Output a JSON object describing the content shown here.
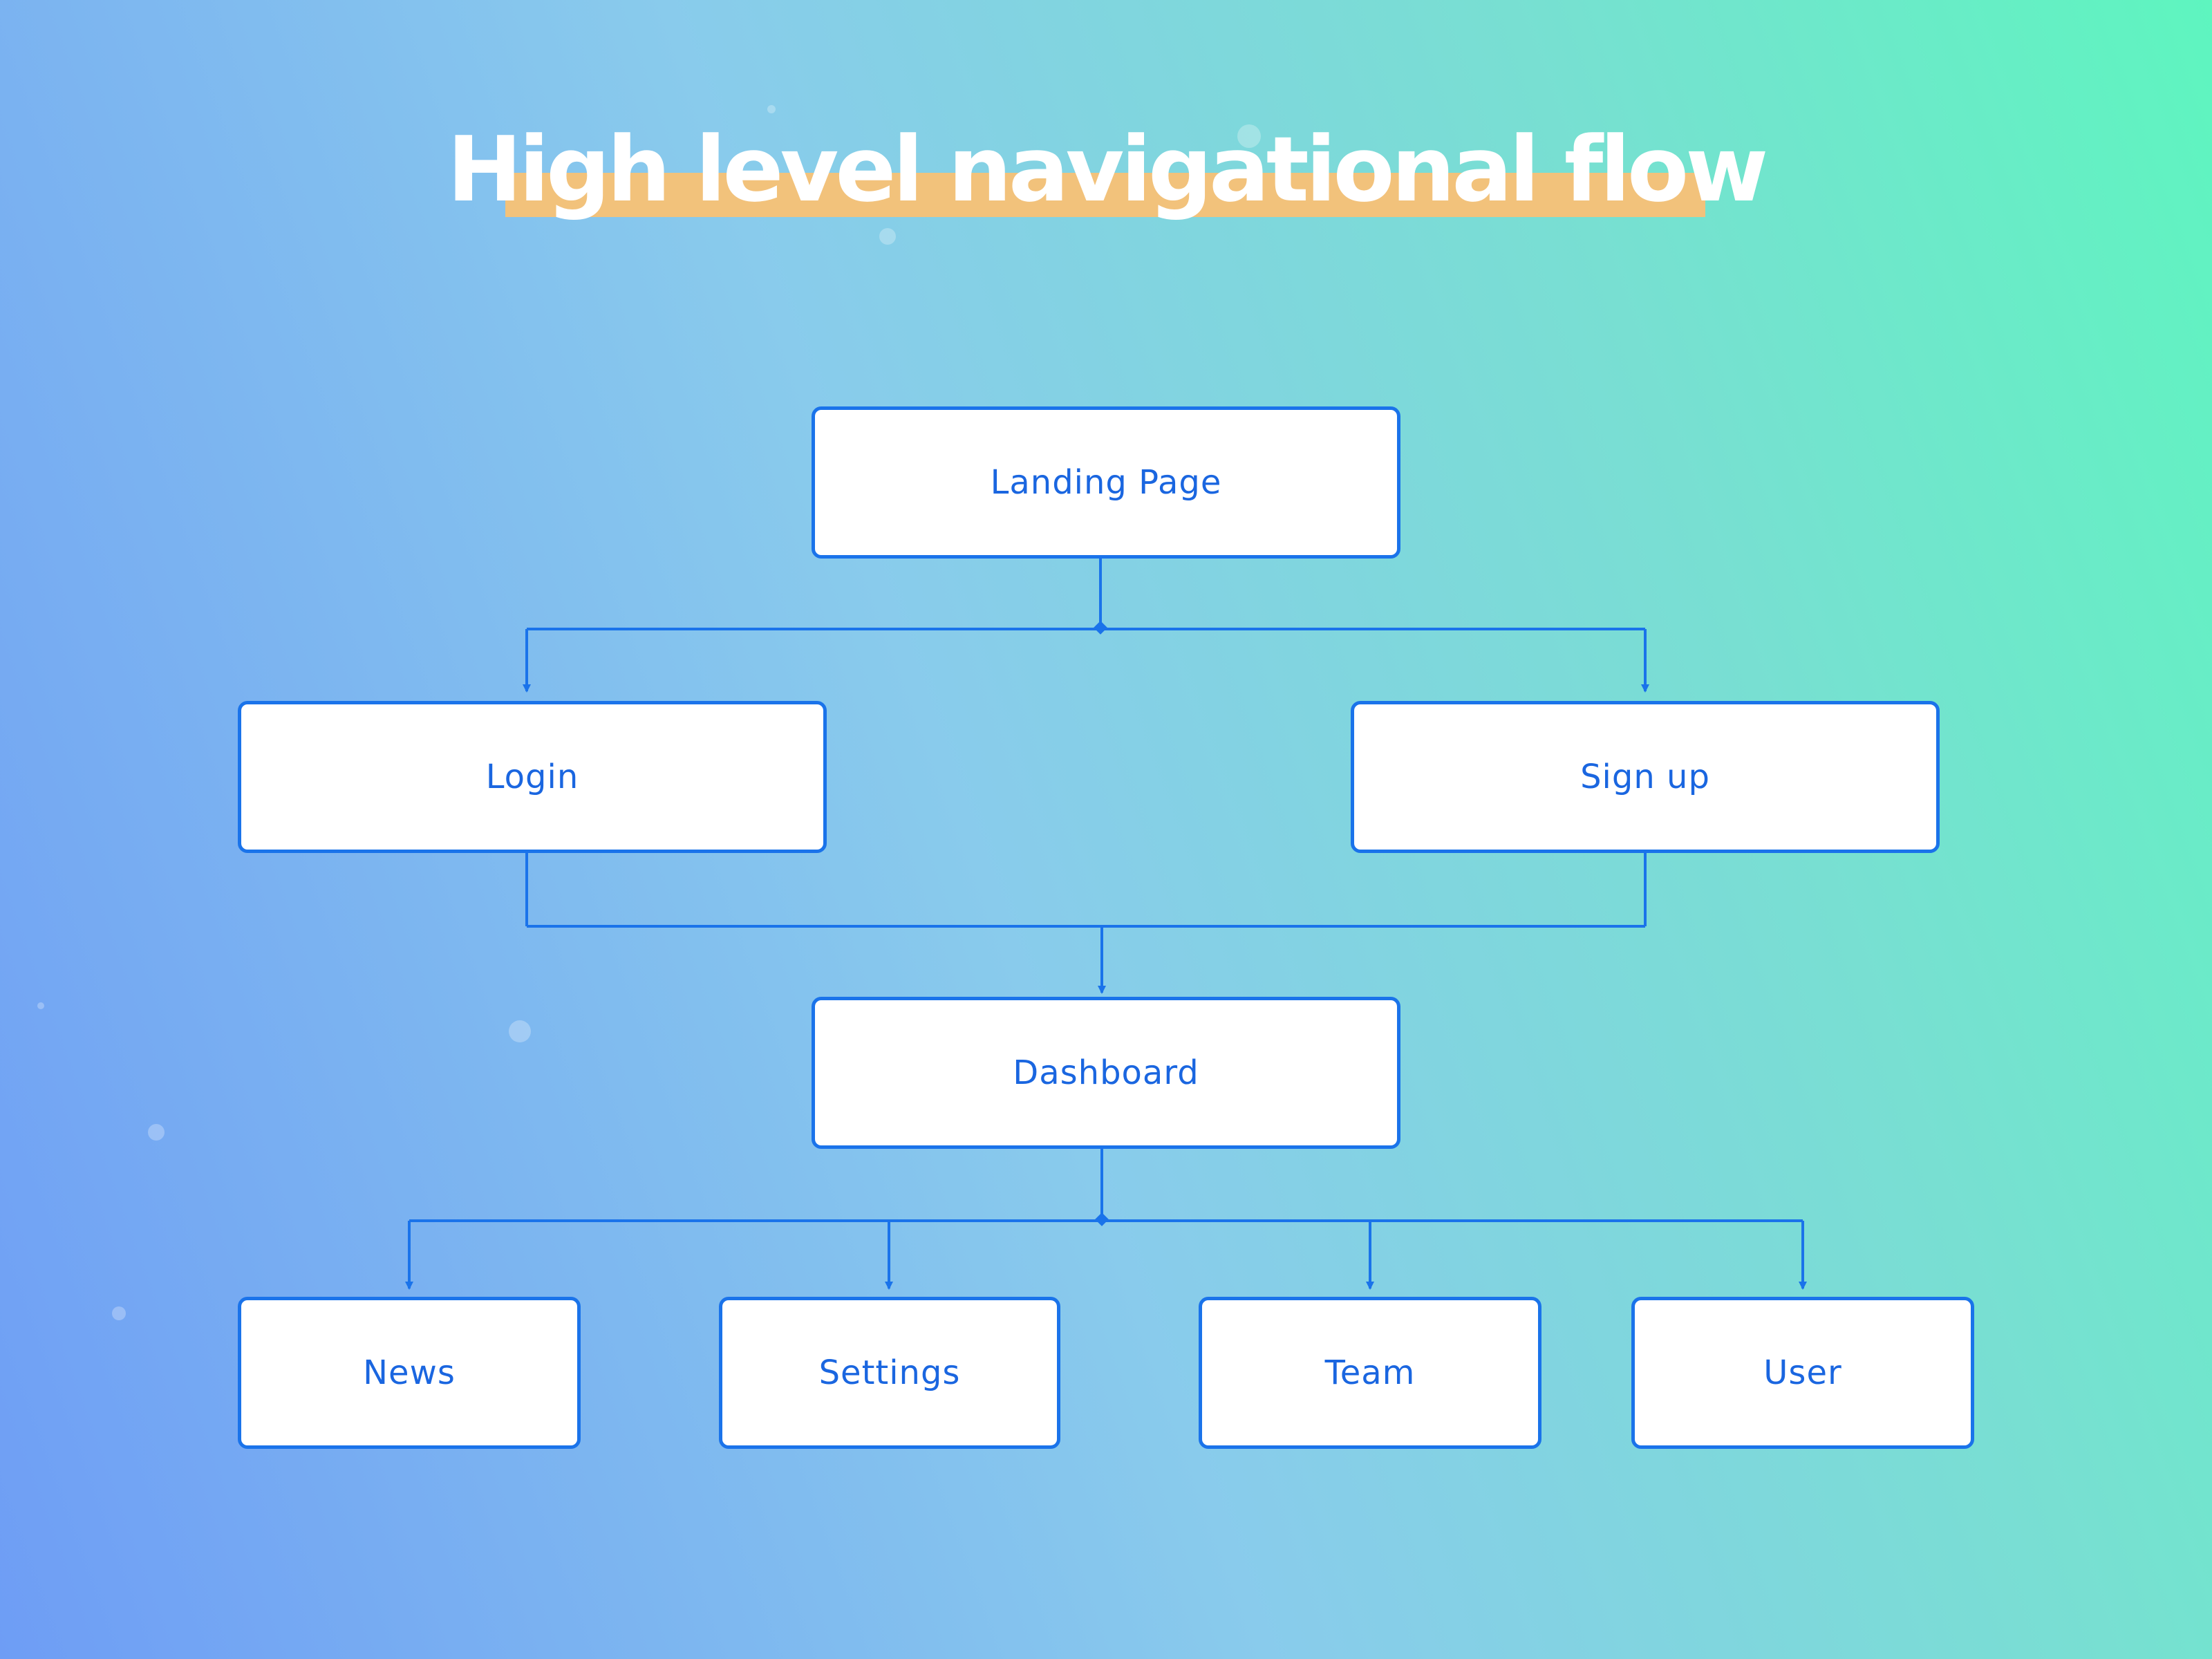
{
  "title": "High level navigational flow",
  "colors": {
    "node_border": "#1a73ea",
    "node_text": "#1a66e0",
    "connector": "#1a73ea",
    "title_highlight": "#f2c27b",
    "title_text": "#ffffff",
    "background_start": "#6e9df5",
    "background_end": "#5ef5bf"
  },
  "nodes": {
    "landing": "Landing Page",
    "login": "Login",
    "signup": "Sign up",
    "dashboard": "Dashboard",
    "news": "News",
    "settings": "Settings",
    "team": "Team",
    "user": "User"
  },
  "edges": [
    [
      "Landing Page",
      "Login"
    ],
    [
      "Landing Page",
      "Sign up"
    ],
    [
      "Login",
      "Dashboard"
    ],
    [
      "Sign up",
      "Dashboard"
    ],
    [
      "Dashboard",
      "News"
    ],
    [
      "Dashboard",
      "Settings"
    ],
    [
      "Dashboard",
      "Team"
    ],
    [
      "Dashboard",
      "User"
    ]
  ]
}
